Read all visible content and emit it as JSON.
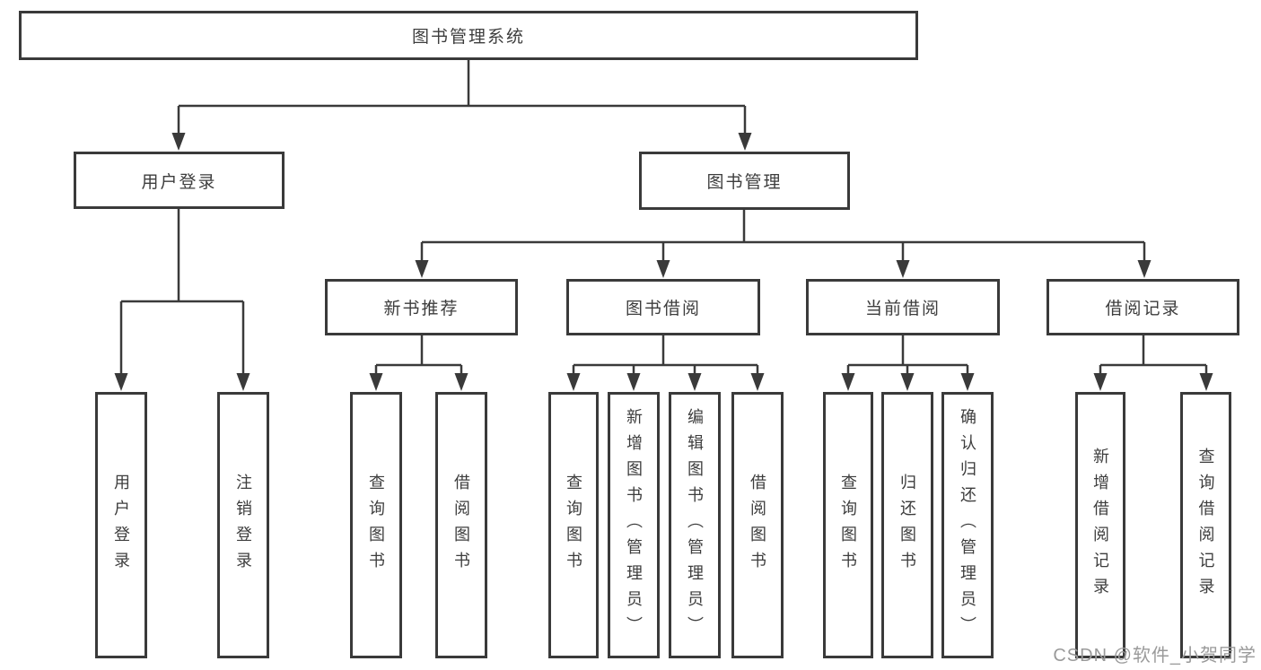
{
  "nodes": {
    "root": {
      "label": "图书管理系统"
    },
    "level2": [
      {
        "label": "用户登录"
      },
      {
        "label": "图书管理"
      }
    ],
    "level3": [
      {
        "label": "新书推荐"
      },
      {
        "label": "图书借阅"
      },
      {
        "label": "当前借阅"
      },
      {
        "label": "借阅记录"
      }
    ],
    "leaves": [
      {
        "label": "用户登录"
      },
      {
        "label": "注销登录"
      },
      {
        "label": "查询图书"
      },
      {
        "label": "借阅图书"
      },
      {
        "label": "查询图书"
      },
      {
        "label": "新增图书（管理员）"
      },
      {
        "label": "编辑图书（管理员）"
      },
      {
        "label": "借阅图书"
      },
      {
        "label": "查询图书"
      },
      {
        "label": "归还图书"
      },
      {
        "label": "确认归还（管理员）"
      },
      {
        "label": "新增借阅记录"
      },
      {
        "label": "查询借阅记录"
      }
    ]
  },
  "watermark": {
    "text": "CSDN @软件_小贺同学"
  },
  "colors": {
    "line": "#3a3a3a",
    "text": "#3d3d3d",
    "watermark": "#9a9a9a",
    "background": "#ffffff"
  }
}
